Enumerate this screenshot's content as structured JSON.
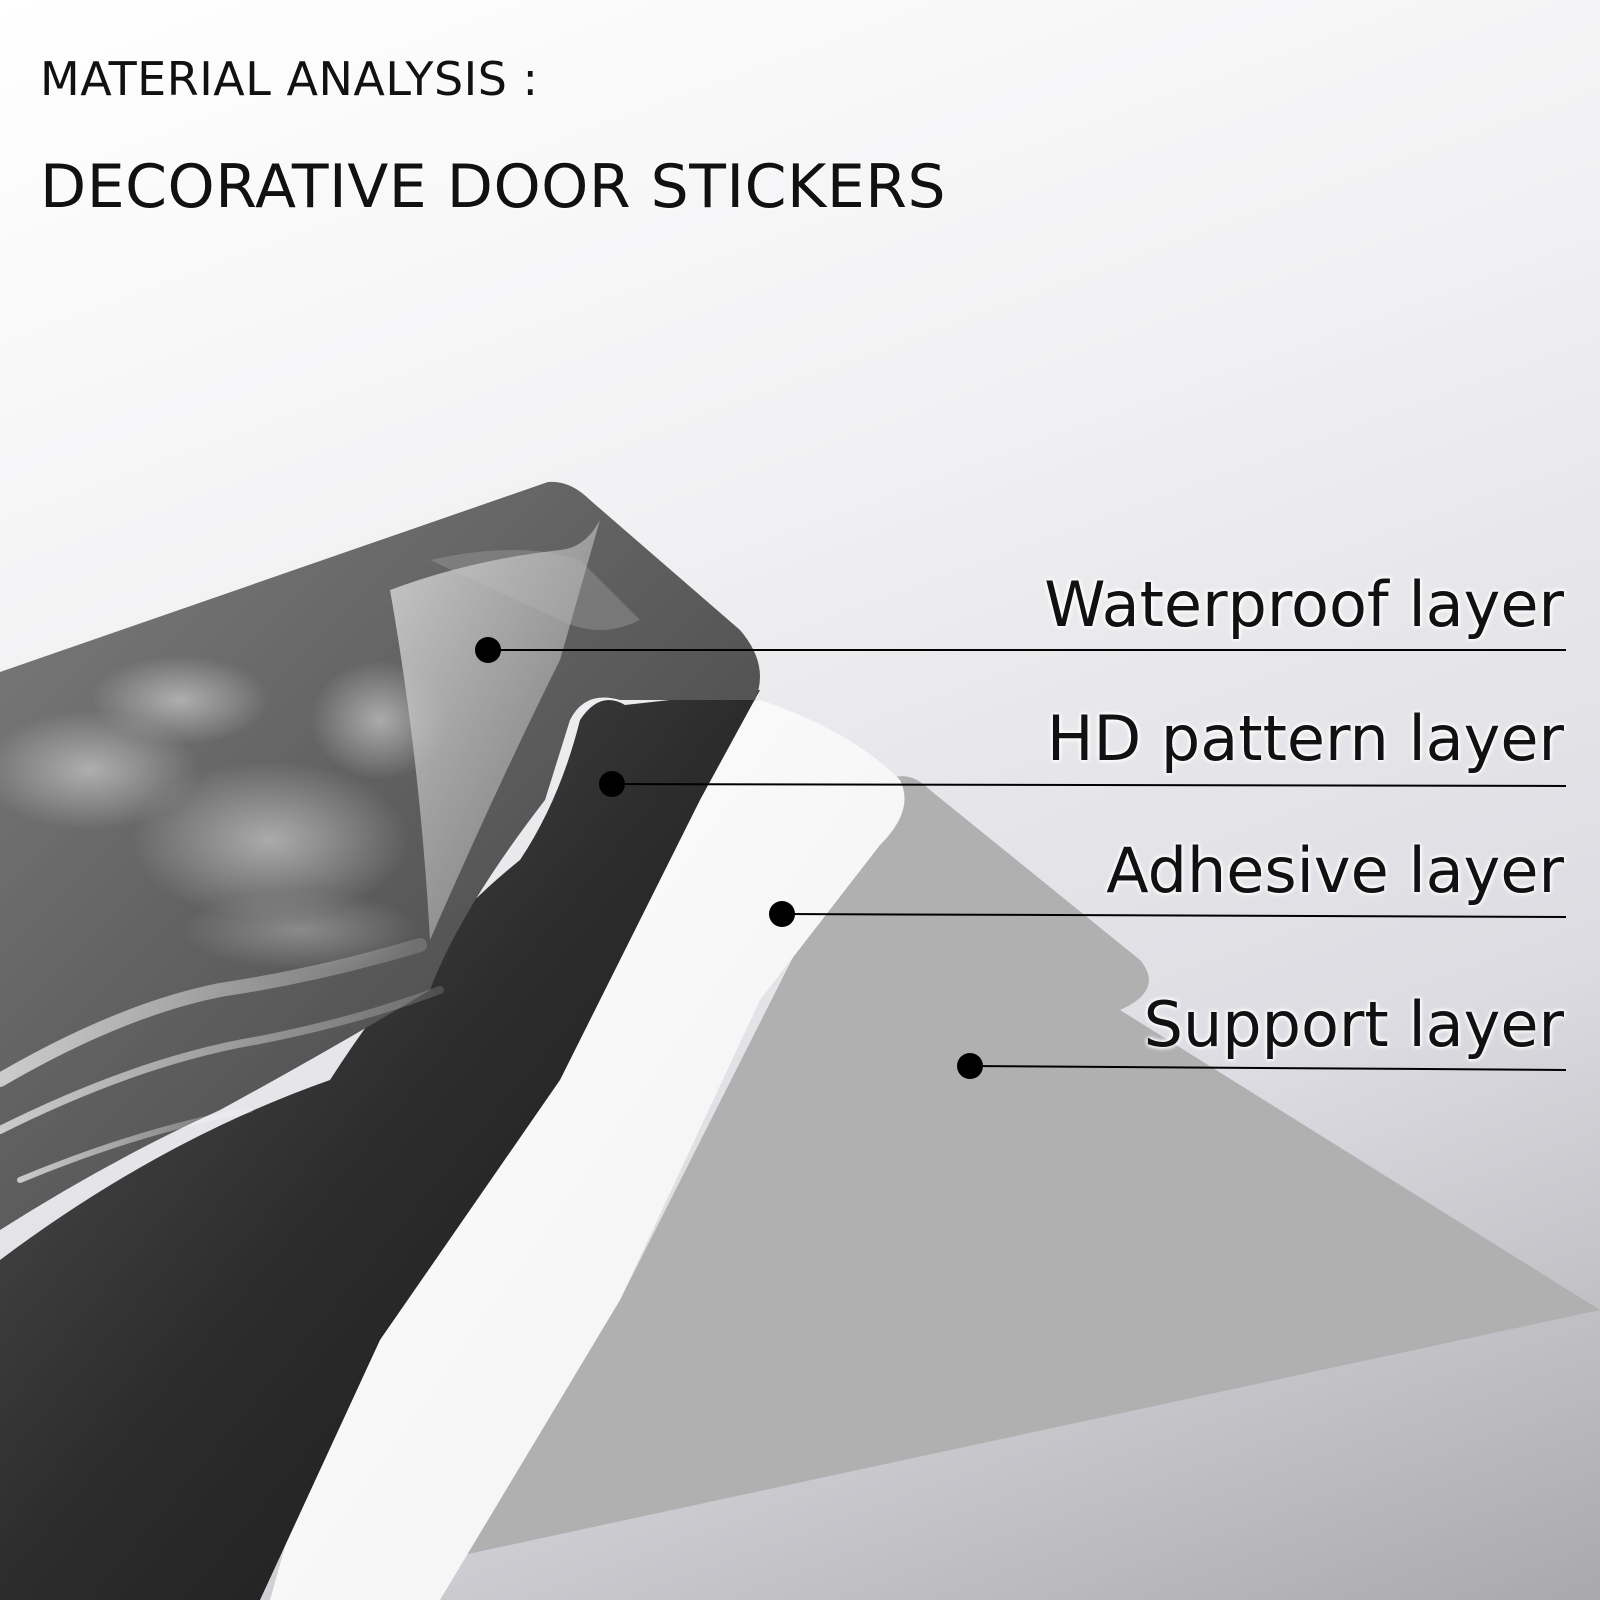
{
  "header": {
    "line1": "MATERIAL ANALYSIS :",
    "line2": "DECORATIVE DOOR STICKERS"
  },
  "layers": [
    {
      "label": "Waterproof layer"
    },
    {
      "label": "HD pattern layer"
    },
    {
      "label": "Adhesive layer"
    },
    {
      "label": "Support layer"
    }
  ],
  "colors": {
    "text": "#111111",
    "leader_line": "#000000",
    "marker_dot": "#000000"
  }
}
